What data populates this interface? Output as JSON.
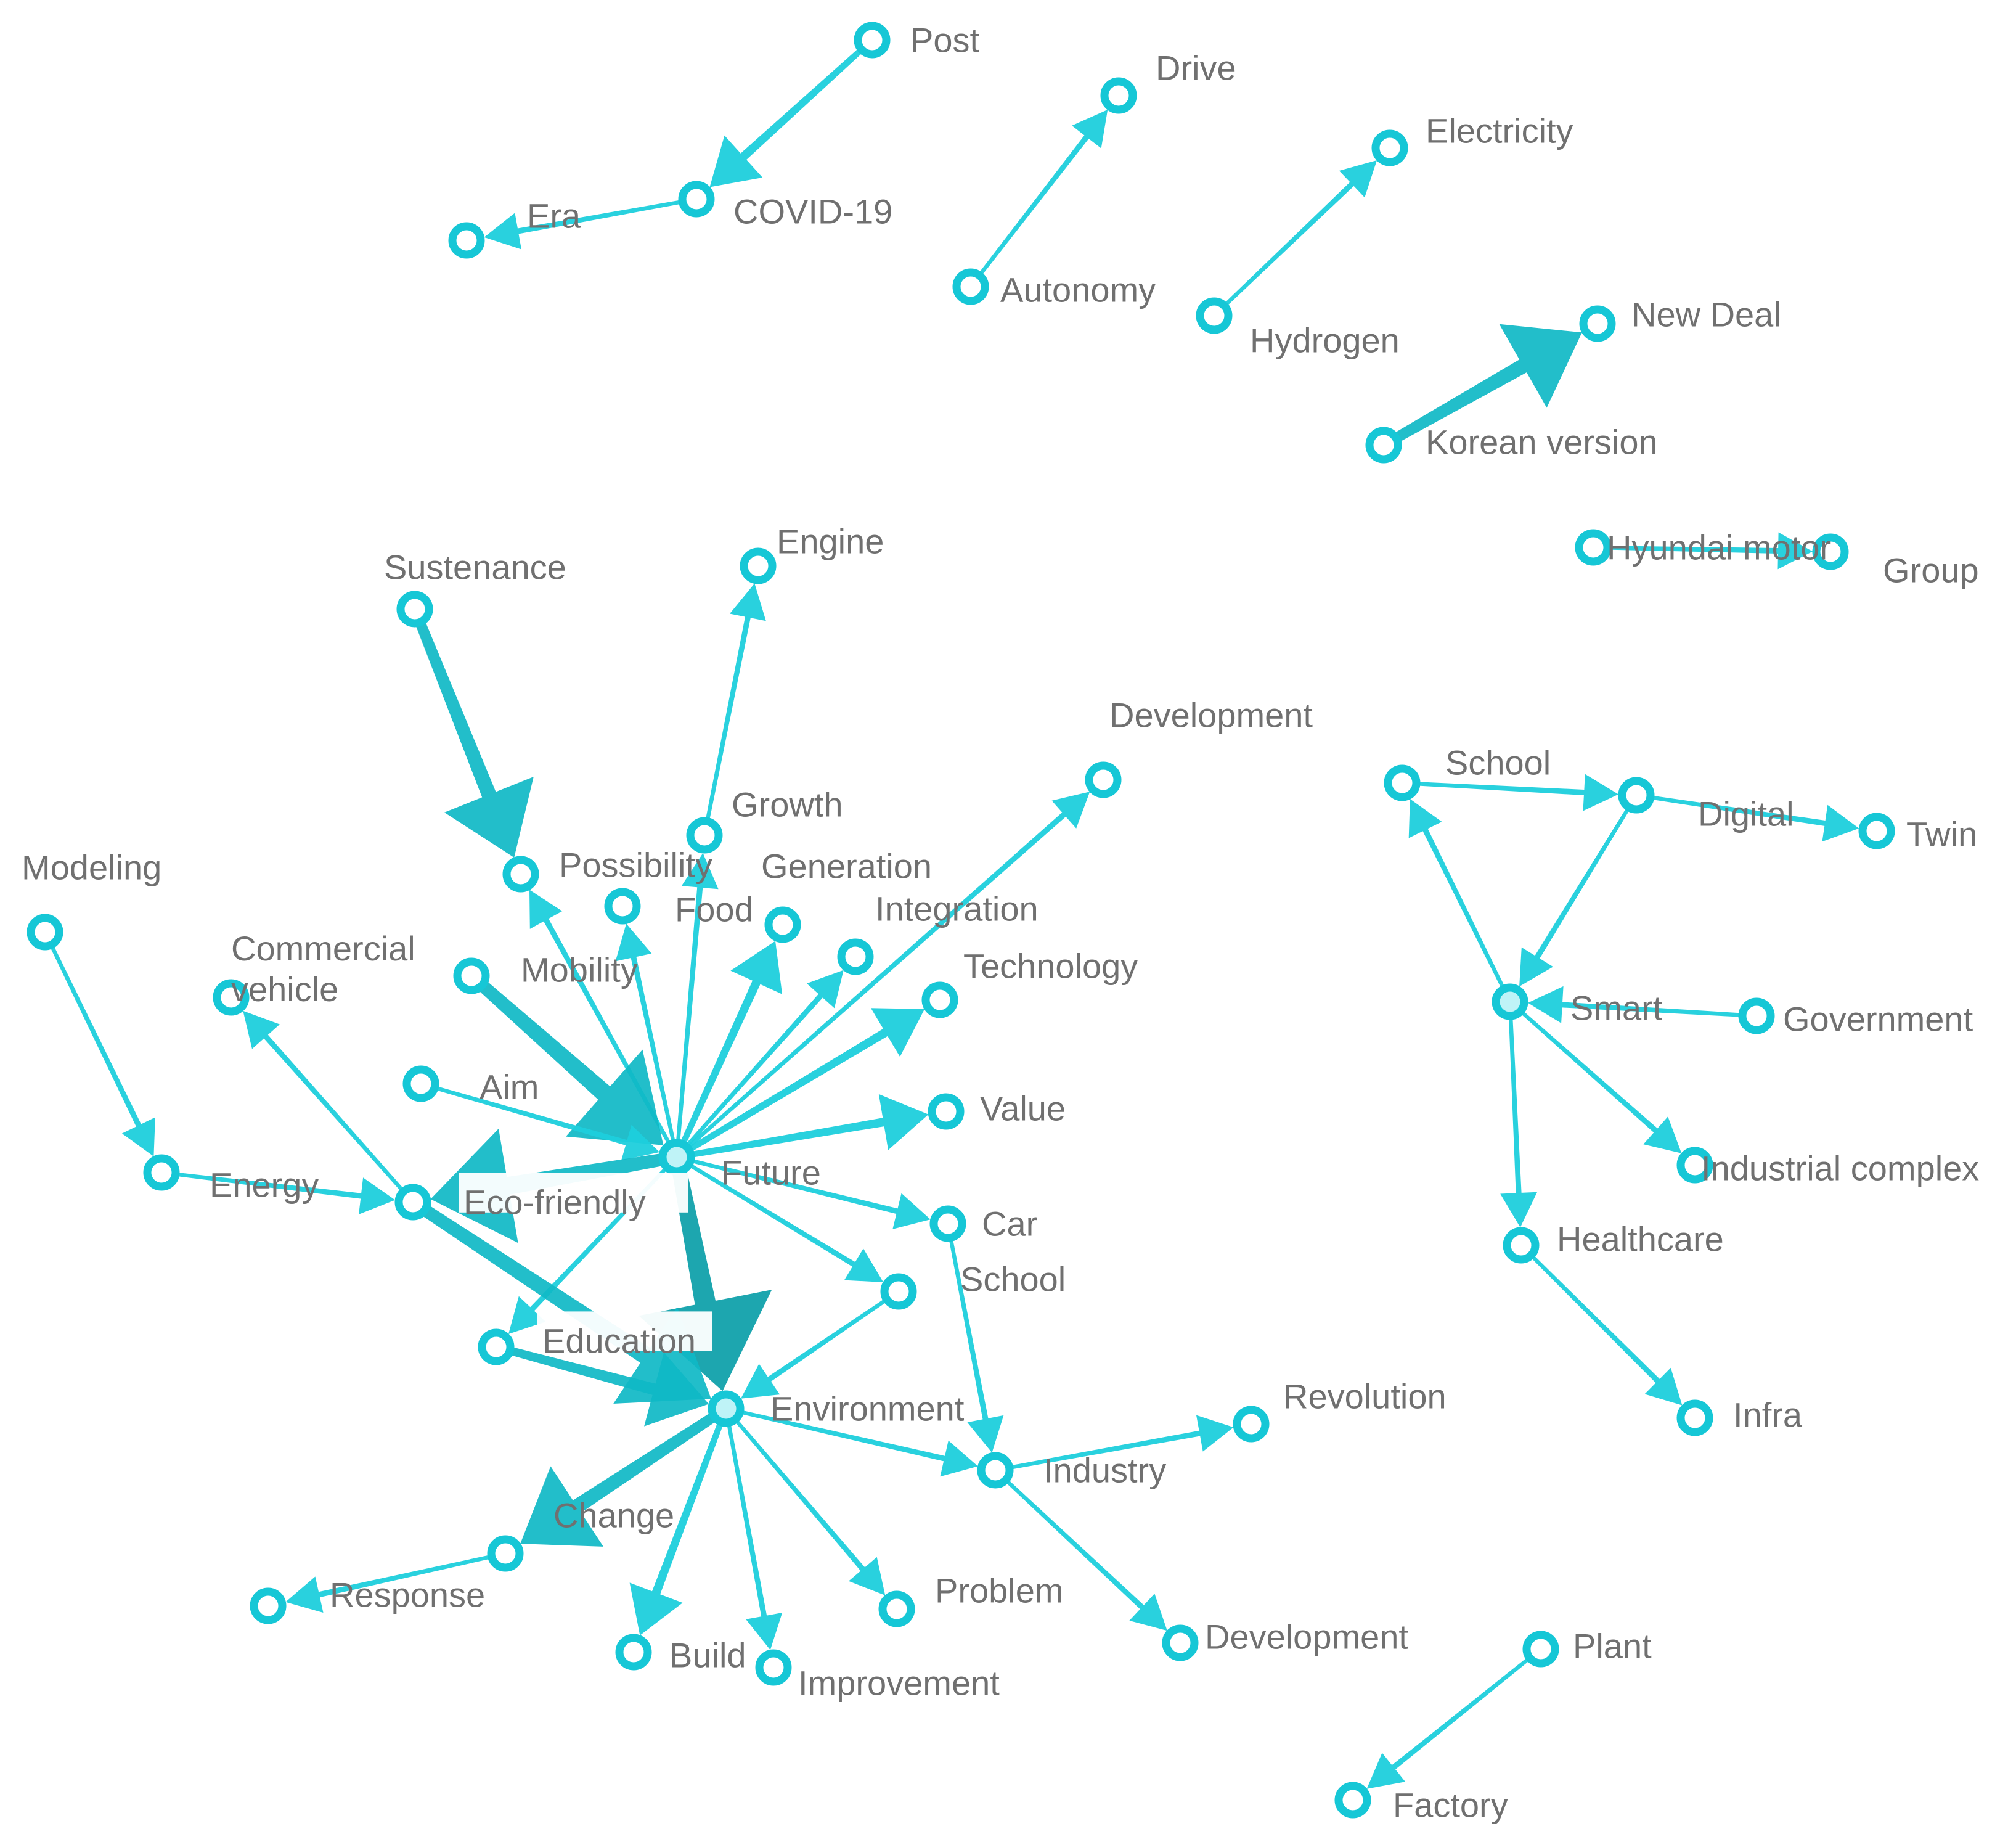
{
  "colors": {
    "edge": "#1ecfdc",
    "edge_strong": "#0fb9c6",
    "edge_dark": "#0a9ea8",
    "node_stroke": "#16c7d6",
    "node_fill": "#ffffff",
    "hub_fill": "#bff3f7",
    "label": "#707070",
    "label_bg": "#ffffff"
  },
  "nodes": [
    {
      "id": "post",
      "label": "Post"
    },
    {
      "id": "covid",
      "label": "COVID-19"
    },
    {
      "id": "era",
      "label": "Era"
    },
    {
      "id": "drive",
      "label": "Drive"
    },
    {
      "id": "autonomy",
      "label": "Autonomy"
    },
    {
      "id": "electricity",
      "label": "Electricity"
    },
    {
      "id": "hydrogen",
      "label": "Hydrogen"
    },
    {
      "id": "newdeal",
      "label": "New Deal"
    },
    {
      "id": "korean",
      "label": "Korean version"
    },
    {
      "id": "hyundai",
      "label": "Hyundai motor"
    },
    {
      "id": "group",
      "label": "Group"
    },
    {
      "id": "sustenance",
      "label": "Sustenance"
    },
    {
      "id": "possibility",
      "label": "Possibility"
    },
    {
      "id": "engine",
      "label": "Engine"
    },
    {
      "id": "growth",
      "label": "Growth"
    },
    {
      "id": "generation",
      "label": "Generation"
    },
    {
      "id": "food",
      "label": "Food"
    },
    {
      "id": "integration",
      "label": "Integration"
    },
    {
      "id": "development_top",
      "label": "Development"
    },
    {
      "id": "technology",
      "label": "Technology"
    },
    {
      "id": "modeling",
      "label": "Modeling"
    },
    {
      "id": "commercial",
      "label": "Commercial vehicle"
    },
    {
      "id": "mobility",
      "label": "Mobility"
    },
    {
      "id": "aim",
      "label": "Aim"
    },
    {
      "id": "energy",
      "label": "Energy"
    },
    {
      "id": "ecofriendly",
      "label": "Eco-friendly"
    },
    {
      "id": "future",
      "label": "Future"
    },
    {
      "id": "value",
      "label": "Value"
    },
    {
      "id": "car",
      "label": "Car"
    },
    {
      "id": "school_mid",
      "label": "School"
    },
    {
      "id": "education",
      "label": "Education"
    },
    {
      "id": "environment",
      "label": "Environment"
    },
    {
      "id": "industry",
      "label": "Industry"
    },
    {
      "id": "revolution",
      "label": "Revolution"
    },
    {
      "id": "change",
      "label": "Change"
    },
    {
      "id": "response",
      "label": "Response"
    },
    {
      "id": "build",
      "label": "Build"
    },
    {
      "id": "improvement",
      "label": "Improvement"
    },
    {
      "id": "problem",
      "label": "Problem"
    },
    {
      "id": "development_bot",
      "label": "Development"
    },
    {
      "id": "school_right",
      "label": "School"
    },
    {
      "id": "digital",
      "label": "Digital"
    },
    {
      "id": "twin",
      "label": "Twin"
    },
    {
      "id": "smart",
      "label": "Smart"
    },
    {
      "id": "government",
      "label": "Government"
    },
    {
      "id": "industrial",
      "label": "Industrial complex"
    },
    {
      "id": "healthcare",
      "label": "Healthcare"
    },
    {
      "id": "infra",
      "label": "Infra"
    },
    {
      "id": "plant",
      "label": "Plant"
    },
    {
      "id": "factory",
      "label": "Factory"
    }
  ],
  "edges": [
    {
      "source": "post",
      "target": "covid",
      "weight": 2
    },
    {
      "source": "covid",
      "target": "era",
      "weight": 1
    },
    {
      "source": "autonomy",
      "target": "drive",
      "weight": 1
    },
    {
      "source": "hydrogen",
      "target": "electricity",
      "weight": 1
    },
    {
      "source": "korean",
      "target": "newdeal",
      "weight": 4
    },
    {
      "source": "hyundai",
      "target": "group",
      "weight": 1
    },
    {
      "source": "sustenance",
      "target": "possibility",
      "weight": 4
    },
    {
      "source": "growth",
      "target": "engine",
      "weight": 1
    },
    {
      "source": "future",
      "target": "possibility",
      "weight": 1
    },
    {
      "source": "future",
      "target": "growth",
      "weight": 1
    },
    {
      "source": "future",
      "target": "generation",
      "weight": 1
    },
    {
      "source": "future",
      "target": "food",
      "weight": 2
    },
    {
      "source": "future",
      "target": "integration",
      "weight": 1
    },
    {
      "source": "future",
      "target": "technology",
      "weight": 2
    },
    {
      "source": "future",
      "target": "development_top",
      "weight": 1
    },
    {
      "source": "mobility",
      "target": "future",
      "weight": 5
    },
    {
      "source": "aim",
      "target": "future",
      "weight": 1
    },
    {
      "source": "future",
      "target": "ecofriendly",
      "weight": 5
    },
    {
      "source": "future",
      "target": "value",
      "weight": 2
    },
    {
      "source": "future",
      "target": "car",
      "weight": 1
    },
    {
      "source": "future",
      "target": "school_mid",
      "weight": 1
    },
    {
      "source": "future",
      "target": "environment",
      "weight": 6
    },
    {
      "source": "future",
      "target": "education",
      "weight": 1
    },
    {
      "source": "modeling",
      "target": "energy",
      "weight": 1
    },
    {
      "source": "energy",
      "target": "ecofriendly",
      "weight": 1
    },
    {
      "source": "ecofriendly",
      "target": "commercial",
      "weight": 1
    },
    {
      "source": "ecofriendly",
      "target": "environment",
      "weight": 5
    },
    {
      "source": "education",
      "target": "environment",
      "weight": 3
    },
    {
      "source": "school_mid",
      "target": "environment",
      "weight": 1
    },
    {
      "source": "car",
      "target": "industry",
      "weight": 1
    },
    {
      "source": "environment",
      "target": "industry",
      "weight": 1
    },
    {
      "source": "environment",
      "target": "change",
      "weight": 4
    },
    {
      "source": "environment",
      "target": "build",
      "weight": 2
    },
    {
      "source": "environment",
      "target": "improvement",
      "weight": 1
    },
    {
      "source": "environment",
      "target": "problem",
      "weight": 1
    },
    {
      "source": "change",
      "target": "response",
      "weight": 1
    },
    {
      "source": "industry",
      "target": "revolution",
      "weight": 1
    },
    {
      "source": "industry",
      "target": "development_bot",
      "weight": 1
    },
    {
      "source": "school_right",
      "target": "digital",
      "weight": 1
    },
    {
      "source": "digital",
      "target": "twin",
      "weight": 1
    },
    {
      "source": "digital",
      "target": "smart",
      "weight": 1
    },
    {
      "source": "smart",
      "target": "school_right",
      "weight": 1
    },
    {
      "source": "government",
      "target": "smart",
      "weight": 1
    },
    {
      "source": "smart",
      "target": "industrial",
      "weight": 1
    },
    {
      "source": "smart",
      "target": "healthcare",
      "weight": 1
    },
    {
      "source": "healthcare",
      "target": "infra",
      "weight": 1
    },
    {
      "source": "plant",
      "target": "factory",
      "weight": 1
    }
  ]
}
